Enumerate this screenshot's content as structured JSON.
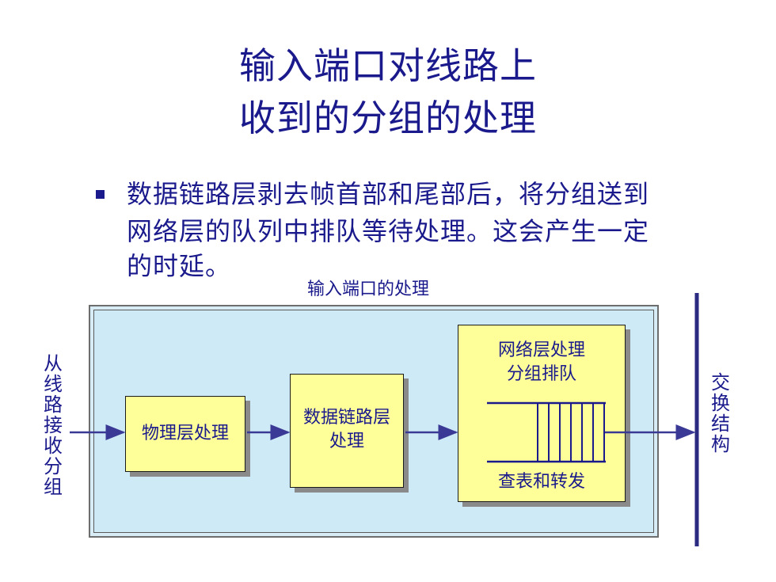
{
  "slide": {
    "title_lines": [
      "输入端口对线路上",
      "收到的分组的处理"
    ],
    "bullet_lines": [
      "数据链路层剥去帧首部和尾部后，将分组送到",
      "网络层的队列中排队等待处理。这会产生一定",
      "的时延。"
    ]
  },
  "diagram": {
    "caption": "输入端口的处理",
    "input_label_chars": [
      "从",
      "线",
      "路",
      "接",
      "收",
      "分",
      "组"
    ],
    "output_label_chars": [
      "交",
      "换",
      "结",
      "构"
    ],
    "physical_block": "物理层处理",
    "datalink_block_lines": [
      "数据链路层",
      "处理"
    ],
    "network_block": {
      "line1": "网络层处理",
      "line2": "分组排队",
      "line3": "查表和转发"
    },
    "colors": {
      "text": "#1a1a8c",
      "block_fill": "#ffff99",
      "panel_fill": "#cfeaf7",
      "arrow": "#3a3a96"
    }
  }
}
